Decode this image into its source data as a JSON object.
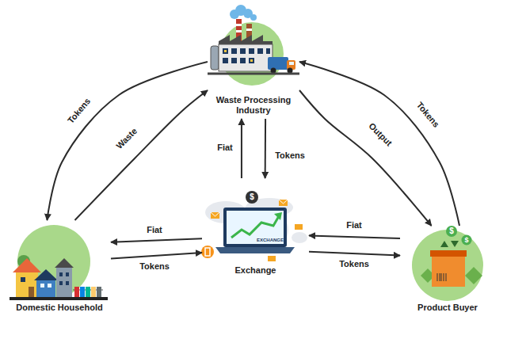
{
  "diagram": {
    "nodes": [
      {
        "text": [
          "Waste Processing Industry"
        ]
      },
      {
        "text": [
          "Exchange"
        ]
      },
      {
        "text": [
          "Domestic Household"
        ]
      },
      {
        "text": [
          "Product Buyer"
        ]
      }
    ],
    "edges": [
      {
        "from": 0,
        "to": 2,
        "label": "Tokens",
        "arrow": "to"
      },
      {
        "from": 2,
        "to": 0,
        "label": "Waste",
        "arrow": "to"
      },
      {
        "from": 1,
        "to": 0,
        "label": "Fiat",
        "arrow": "to"
      },
      {
        "from": 0,
        "to": 1,
        "label": "Tokens",
        "arrow": "to"
      },
      {
        "from": 0,
        "to": 3,
        "label": "Output",
        "arrow": "to"
      },
      {
        "from": 3,
        "to": 0,
        "label": "Tokens",
        "arrow": "to"
      },
      {
        "from": 1,
        "to": 2,
        "label": "Fiat",
        "arrow": "to"
      },
      {
        "from": 2,
        "to": 1,
        "label": "Tokens",
        "arrow": "to"
      },
      {
        "from": 3,
        "to": 1,
        "label": "Fiat",
        "arrow": "to"
      },
      {
        "from": 1,
        "to": 3,
        "label": "Tokens",
        "arrow": "to"
      }
    ],
    "labels": [
      "$",
      "$",
      "$",
      "EXCHANGE"
    ]
  }
}
